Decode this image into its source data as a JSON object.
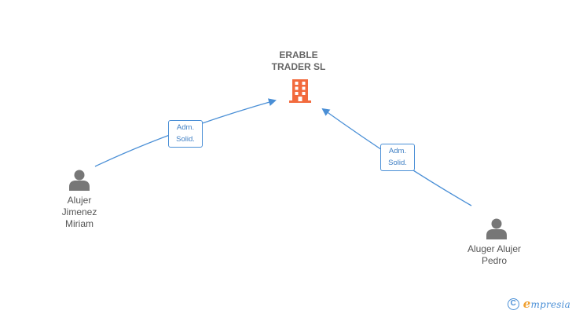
{
  "company": {
    "name_line1": "ERABLE",
    "name_line2": "TRADER SL",
    "icon": "building-icon",
    "icon_color": "#f26a3d"
  },
  "persons": [
    {
      "name_line1": "Alujer",
      "name_line2": "Jimenez",
      "name_line3": "Miriam",
      "icon": "person-icon"
    },
    {
      "name_line1": "Aluger Alujer",
      "name_line2": "Pedro",
      "icon": "person-icon"
    }
  ],
  "edges": [
    {
      "label_line1": "Adm.",
      "label_line2": "Solid."
    },
    {
      "label_line1": "Adm.",
      "label_line2": "Solid."
    }
  ],
  "colors": {
    "edge": "#4a8fd6",
    "person": "#777777",
    "text": "#666666"
  },
  "footer": {
    "copyright_symbol": "C",
    "brand_initial": "e",
    "brand_rest": "mpresia"
  }
}
